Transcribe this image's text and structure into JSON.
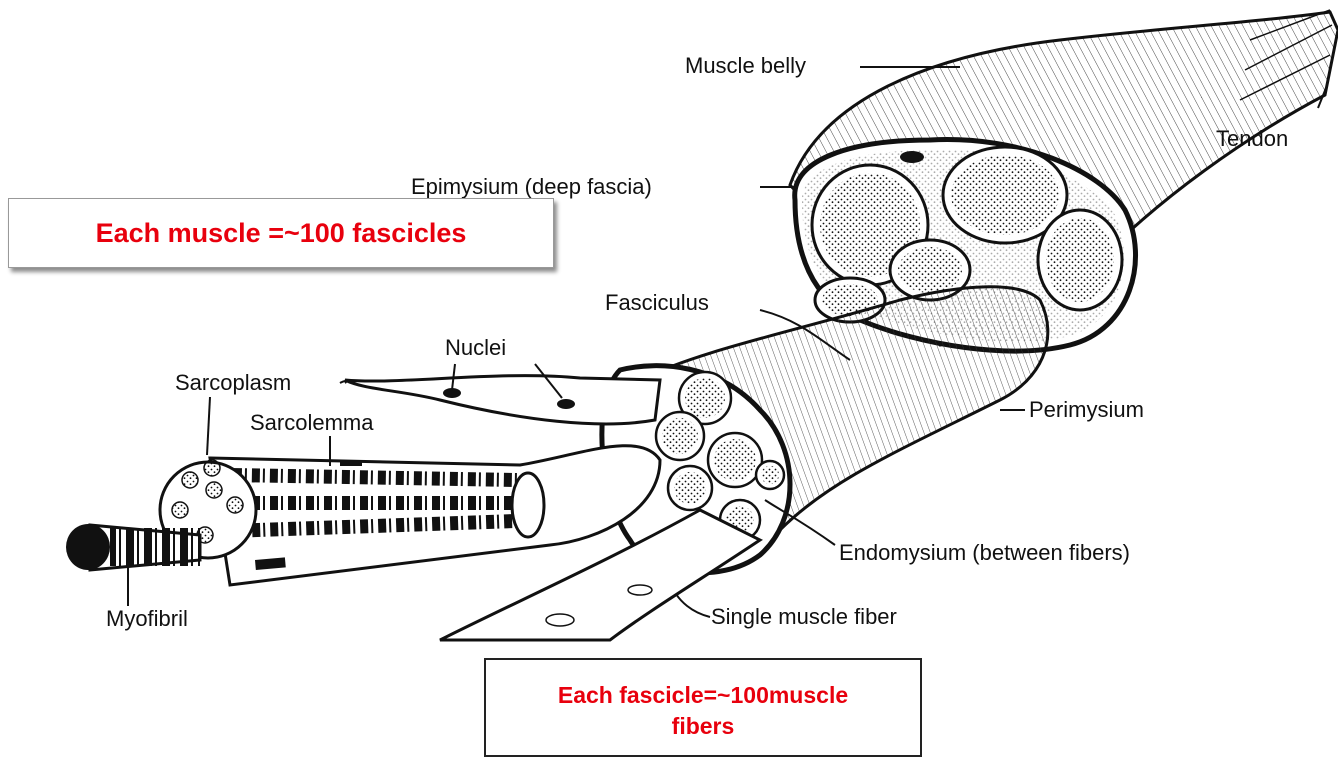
{
  "labels": {
    "muscle_belly": "Muscle belly",
    "tendon": "Tendon",
    "epimysium": "Epimysium (deep fascia)",
    "fasciculus": "Fasciculus",
    "nuclei": "Nuclei",
    "sarcoplasm": "Sarcoplasm",
    "sarcolemma": "Sarcolemma",
    "perimysium": "Perimysium",
    "endomysium": "Endomysium (between fibers)",
    "myofibril": "Myofibril",
    "single_fiber": "Single muscle fiber"
  },
  "callouts": {
    "muscle_note": "Each muscle =~100 fascicles",
    "fascicle_note": "Each fascicle=~100muscle fibers"
  },
  "colors": {
    "callout_text": "#e8000d",
    "ink": "#111111"
  }
}
